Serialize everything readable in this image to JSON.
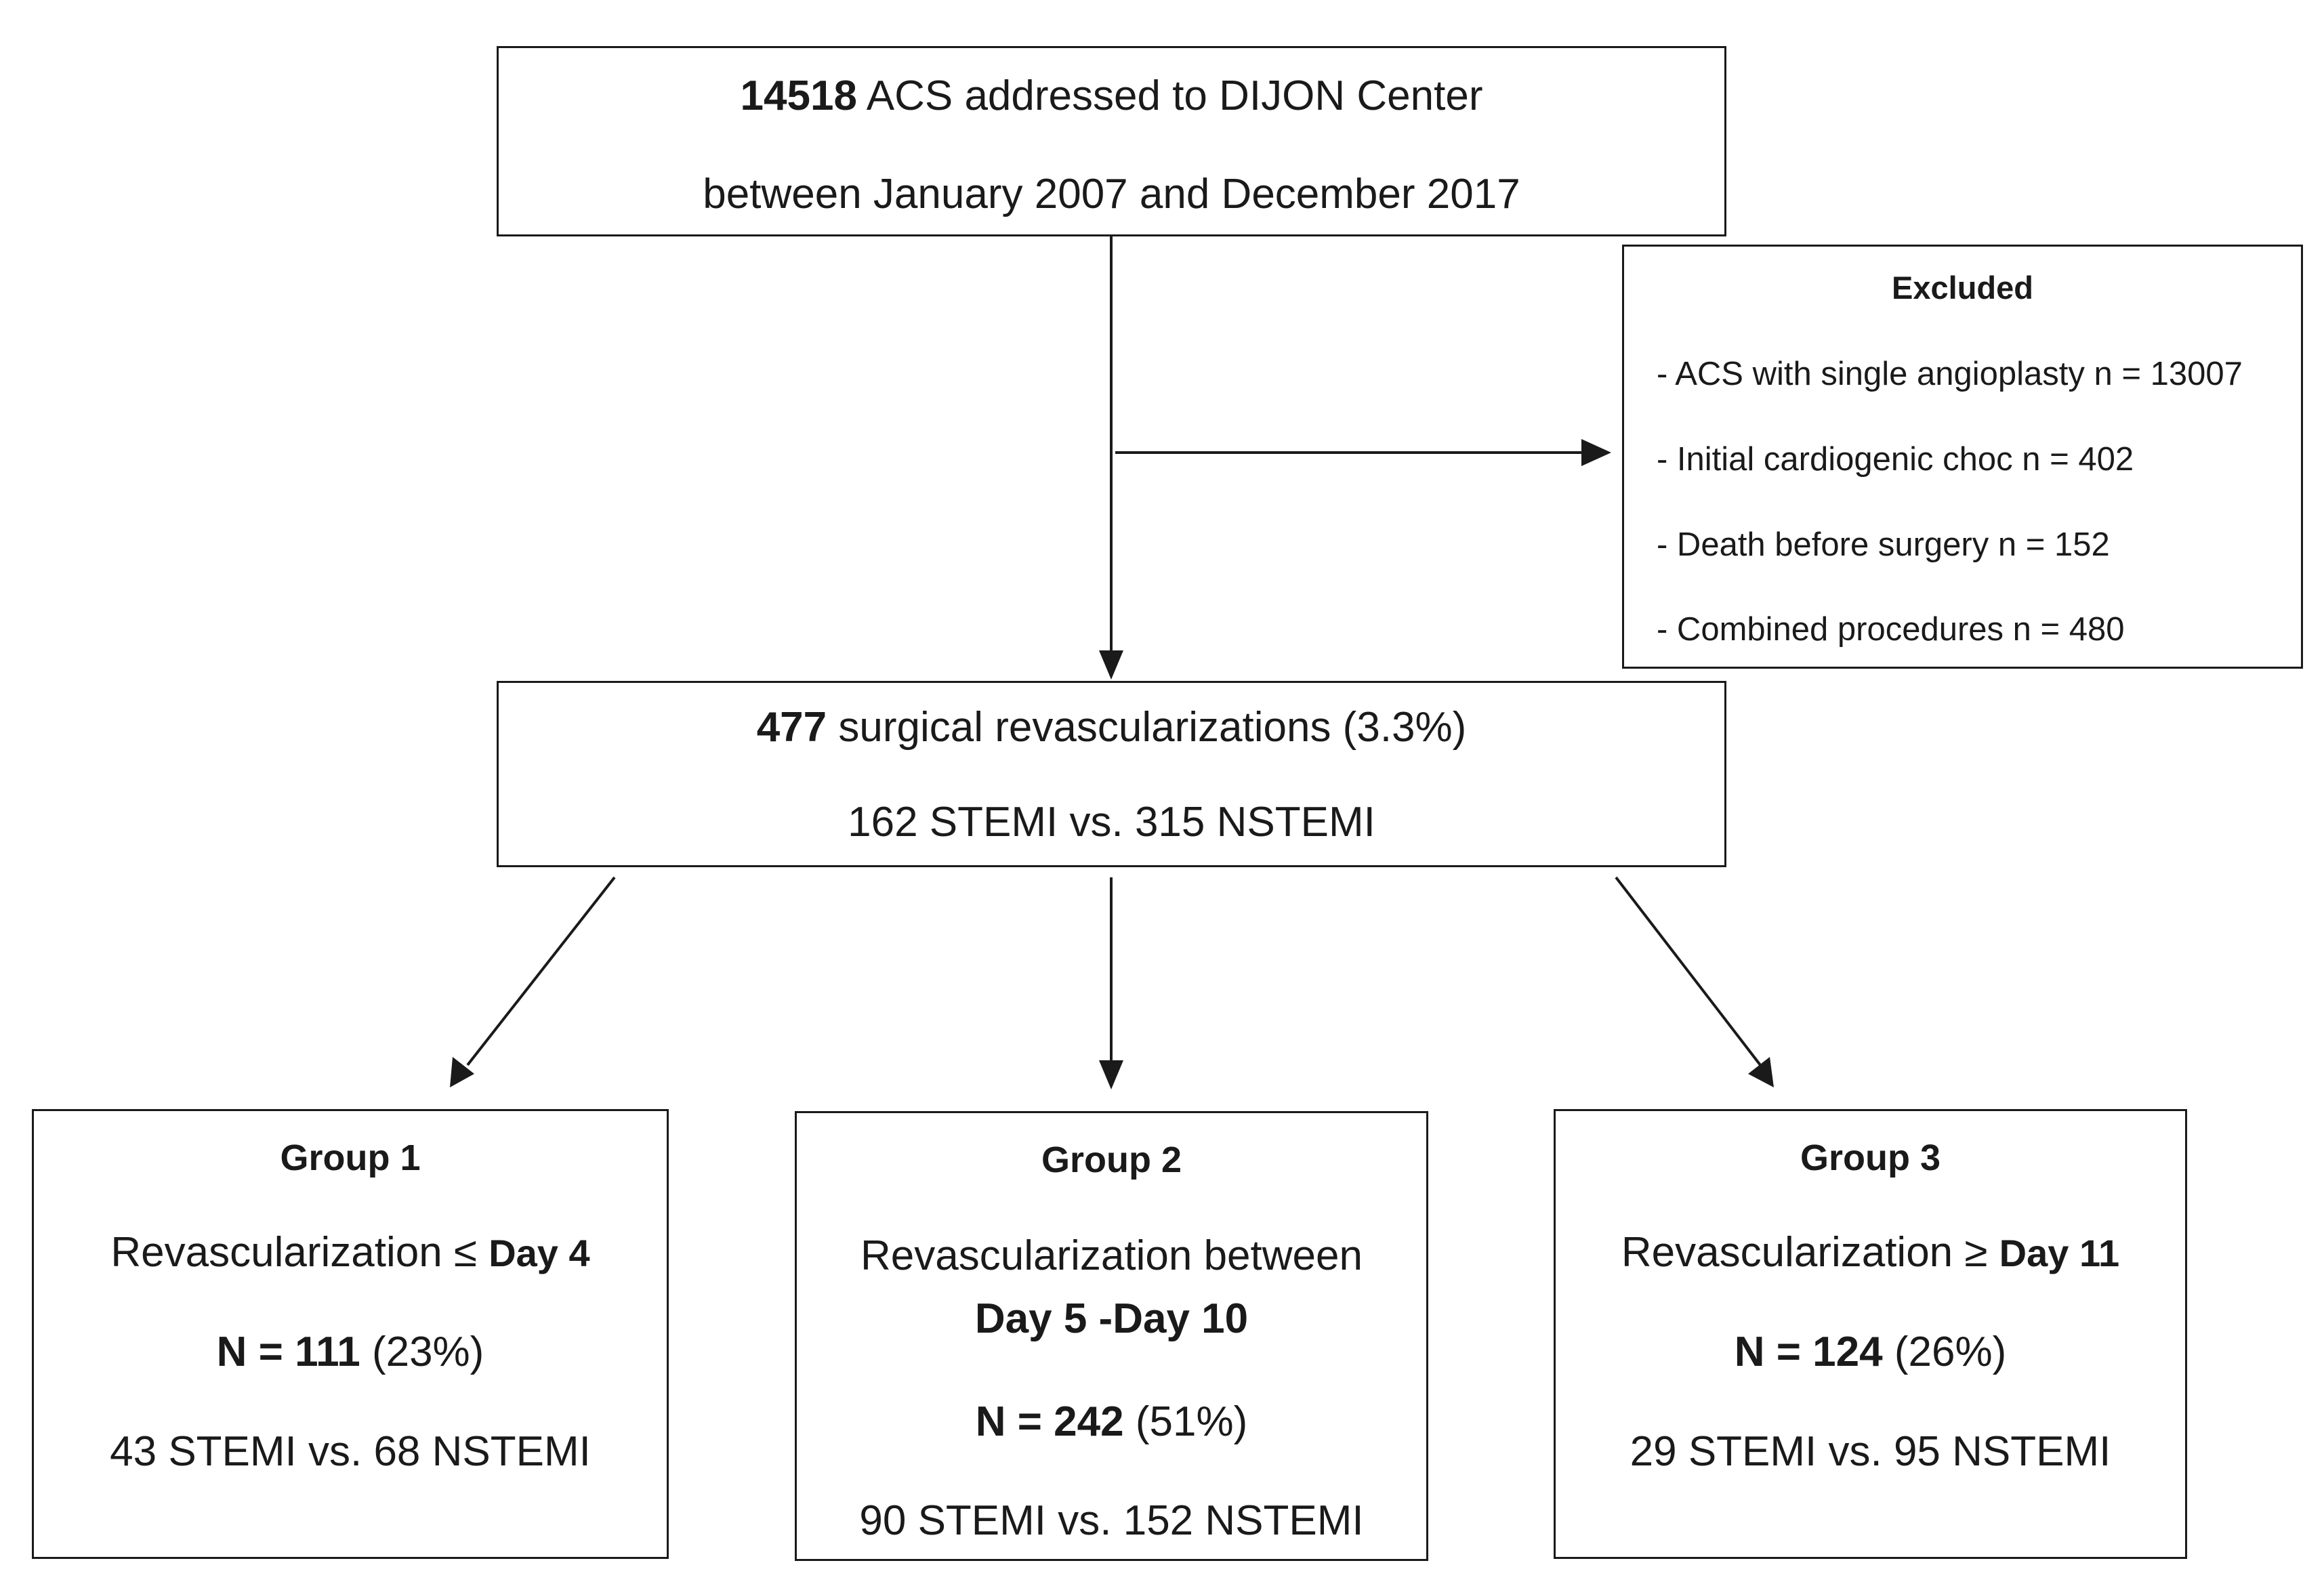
{
  "top_box": {
    "count": "14518",
    "text": " ACS addressed to DIJON Center",
    "line2": "between January 2007 and December 2017"
  },
  "excluded": {
    "title": "Excluded",
    "items": [
      "- ACS with single angioplasty n = 13007",
      "- Initial cardiogenic choc n = 402",
      "- Death before surgery n = 152",
      "- Combined procedures n = 480"
    ]
  },
  "middle_box": {
    "count": "477",
    "text": " surgical revascularizations (3.3%)",
    "line2": "162 STEMI vs. 315 NSTEMI"
  },
  "groups": [
    {
      "title": "Group 1",
      "rev_prefix": "Revascularization ≤ ",
      "rev_day": "Day 4",
      "n_bold": "N = 111",
      "n_pct": " (23%)",
      "split": "43 STEMI vs. 68 NSTEMI"
    },
    {
      "title": "Group 2",
      "rev_prefix": "Revascularization between",
      "rev_day": "Day 5 -Day 10",
      "n_bold": "N = 242",
      "n_pct": " (51%)",
      "split": "90 STEMI vs. 152 NSTEMI"
    },
    {
      "title": "Group 3",
      "rev_prefix": "Revascularization ≥ ",
      "rev_day": "Day 11",
      "n_bold": "N = 124",
      "n_pct": " (26%)",
      "split": "29 STEMI vs. 95 NSTEMI"
    }
  ]
}
